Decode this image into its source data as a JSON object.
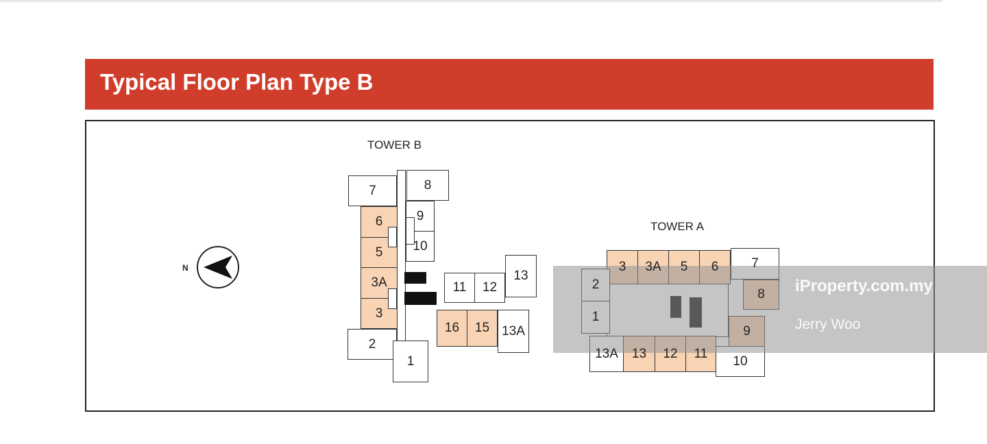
{
  "title": "Typical Floor Plan Type B",
  "north_label": "N",
  "tower_b": {
    "label": "TOWER B",
    "units": {
      "u7": "7",
      "u8": "8",
      "u6": "6",
      "u5": "5",
      "u3a": "3A",
      "u3": "3",
      "u9": "9",
      "u10": "10",
      "u11": "11",
      "u12": "12",
      "u13": "13",
      "u16": "16",
      "u15": "15",
      "u13a": "13A",
      "u2": "2",
      "u1": "1"
    }
  },
  "tower_a": {
    "label": "TOWER A",
    "units": {
      "u3": "3",
      "u3a": "3A",
      "u5": "5",
      "u6": "6",
      "u7": "7",
      "u8": "8",
      "u2": "2",
      "u1": "1",
      "u13a": "13A",
      "u13": "13",
      "u12": "12",
      "u11": "11",
      "u9": "9",
      "u10": "10"
    }
  },
  "watermark": {
    "site": "iProperty.com.my",
    "agent": "Jerry Woo"
  },
  "colors": {
    "banner": "#d13d2b",
    "highlight": "#f8d3b4"
  }
}
